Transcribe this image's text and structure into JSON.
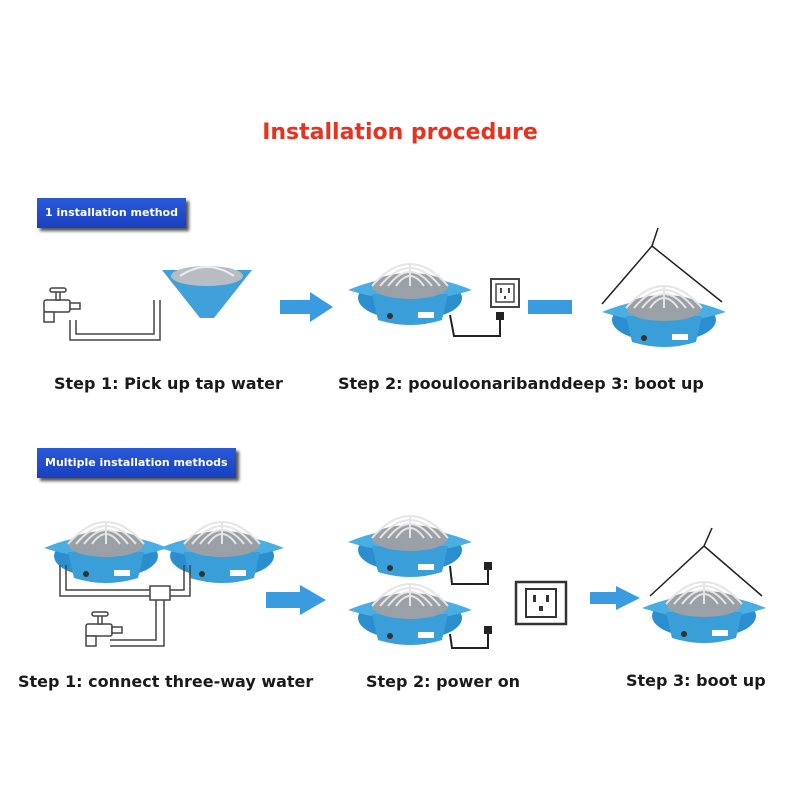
{
  "title": "Installation procedure",
  "section1": {
    "badge": "1 installation method",
    "steps": [
      "Step 1: Pick up tap water",
      "Step 2: poouloonaribanddeep 3: boot up"
    ]
  },
  "section2": {
    "badge": "Multiple installation methods",
    "steps": [
      "Step 1: connect three-way water",
      "Step 2: power on",
      "Step 3: boot up"
    ]
  },
  "colors": {
    "title": "#e8321e",
    "badge": "#1f4fd0",
    "device": "#3da3d8",
    "arrow": "#3b9be0"
  }
}
